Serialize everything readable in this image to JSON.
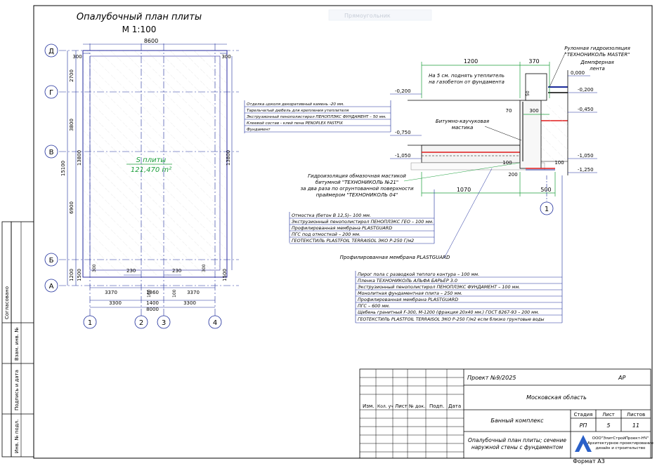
{
  "plan": {
    "title": "Опалубочный план плиты",
    "scale": "М 1:100",
    "area_label": "S плиты",
    "area_value": "121,470 m²",
    "axes_rows": [
      "Д",
      "Г",
      "В",
      "Б",
      "А"
    ],
    "axes_cols": [
      "1",
      "2",
      "3",
      "4"
    ],
    "dims_top": {
      "total": "8600",
      "left_offset": "300",
      "right_offset": "300"
    },
    "dims_left": [
      "2700",
      "3800",
      "6900",
      "1200"
    ],
    "dim_left_total": "15100",
    "dim_left_inner": "13800",
    "dim_right_total": "13800",
    "dim_right_1500": "1500",
    "dim_left_1500": "1500",
    "dims_bottom_row1": [
      "3370",
      "1860",
      "3370"
    ],
    "dims_bottom_row2": [
      "3300",
      "1400",
      "3300"
    ],
    "dim_bottom_total": "8000",
    "inner_230_a": "230",
    "inner_230_b": "230",
    "inner_300_a": "300",
    "inner_300_b": "300",
    "inner_100_a": "100",
    "inner_100_b": "100"
  },
  "ghost_tab": "Прямоугольник",
  "section": {
    "dim_1200": "1200",
    "dim_370": "370",
    "dim_300": "300",
    "dim_70": "70",
    "dim_50": "50",
    "dim_100_a": "100",
    "dim_100_b": "100",
    "dim_200": "200",
    "dim_1070": "1070",
    "dim_500": "500",
    "axis": "1",
    "elev_l1": "-0,200",
    "elev_l2": "-0,750",
    "elev_l3": "-1,050",
    "elev_r0": "0,000",
    "elev_r1": "-0,200",
    "elev_r2": "-0,450",
    "elev_r3": "-1,050",
    "elev_r4": "-1,250",
    "note_raise": [
      "На 5 см. поднять утеплитель",
      "на газобетон от фундамента"
    ],
    "note_bitumen": [
      "Битумно-каучуковая",
      "мастика"
    ],
    "note_rolled": [
      "Рулонная гидроизоляция",
      "\"ТЕХНОНИКОЛЬ MASTER\"",
      "Демпферная",
      "лента"
    ],
    "note_waterproof": [
      "Гидроизоляция обмазочная мастикой",
      "битумной \"ТЕХНОНИКОЛЬ №21\"",
      "за два раза по огрунтованной поверхности",
      "праймером \"ТЕХНОНИКОЛЬ 04\""
    ],
    "note_membrane": "Профилированная мембрана PLASTGUARD",
    "legend_wall": [
      "Отделка цоколя декоративный камень -20 мм.",
      "Тарельчатый дюбель для крепления утеплителя",
      "Экструзионный пенополистирол ПЕНОПЛЭКС ФУНДАМЕНТ – 50 мм.",
      "Клеевой состав - клей пена PENOPLEX FASTFIX",
      "Фундамент"
    ],
    "legend_blind": [
      "Отмостка (бетон В 12,5)– 100 мм.",
      "Экструзионный пенополистирол ПЕНОПЛЭКС ГЕО – 100 мм.",
      "Профилированная мембрана PLASTGUARD",
      "ПГС под отмосткой – 200 мм.",
      "ГЕОТЕКСТИЛЬ PLASTFOIL TERRAISOL ЭКО Р-250 Г/м2"
    ],
    "legend_floor": [
      "Пирог пола с разводкой теплого контура – 100 мм.",
      "Пленка ТЕХНОНИКОЛЬ АЛЬФА БАРЬЕР 3.0",
      "Экструзионный пенополистирол ПЕНОПЛЭКС ФУНДАМЕНТ – 100 мм.",
      "Монолитная фундаментная плита – 250 мм.",
      "Профилированная мембрана PLASTGUARD",
      "ПГС – 600 мм.",
      "Щебень гранитный F-300, M-1200 (фракция 20х40 мм.) ГОСТ 8267-93 – 200 мм.",
      "ГЕОТЕКСТИЛЬ PLASTFOIL TERRAISOL ЭКО Р-250 Г/м2 если близко грунтовые воды"
    ]
  },
  "side_stamp": [
    "Согласовано",
    "Взам. инв. №",
    "Подпись и дата",
    "Инв. № подл."
  ],
  "title_block": {
    "project": "Проект №9/2025",
    "code": "АР",
    "region": "Московская область",
    "object": "Банный комплекс",
    "sheet_title": [
      "Опалубочный план плиты; сечение",
      "наружной стены с фундаментом"
    ],
    "headers": [
      "Изм.",
      "Кол. уч",
      "Лист",
      "№ док.",
      "Подп.",
      "Дата"
    ],
    "stage_label": "Стадия",
    "sheet_label": "Лист",
    "sheets_label": "Листов",
    "stage": "РП",
    "sheet": "5",
    "sheets": "11",
    "company": [
      "ООО\"ЭлитСтройПроект-НЧ\"",
      "Архитектурное проектирование",
      "дизайн и строительство"
    ],
    "format": "Формат А3"
  }
}
